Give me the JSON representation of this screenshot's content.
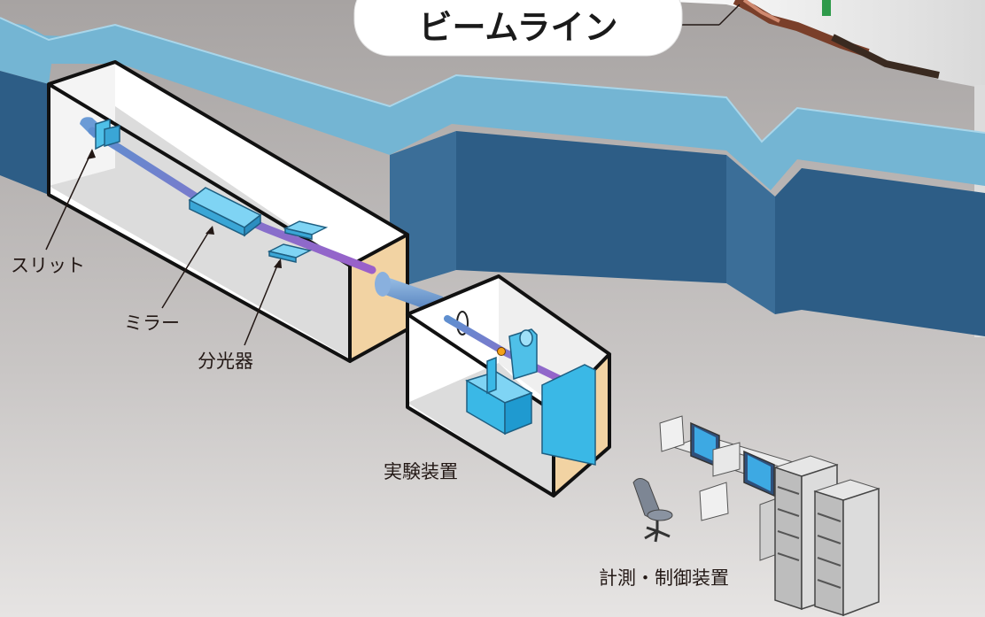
{
  "title": "ビームライン",
  "labels": {
    "slit": "スリット",
    "mirror": "ミラー",
    "monochromator": "分光器",
    "experiment": "実験装置",
    "control": "計測・制御装置"
  },
  "colors": {
    "wall_top": "#74b5d3",
    "wall_face": "#2d5d86",
    "floor": "#b9b6b5",
    "hutch_door": "#f2d3a3",
    "beam": "#8a63c4",
    "component": "#4fc0e8"
  }
}
